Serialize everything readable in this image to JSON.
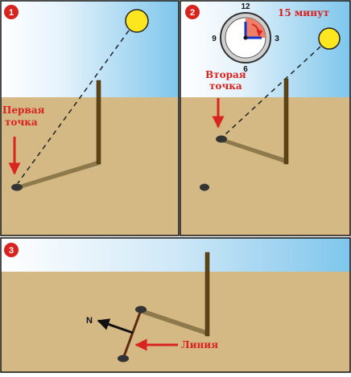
{
  "panels": [
    {
      "badge": "1",
      "label_lines": [
        "Первая",
        "точка"
      ]
    },
    {
      "badge": "2",
      "label_lines": [
        "Вторая",
        "точка"
      ],
      "clock_numbers": [
        "12",
        "3",
        "6",
        "9"
      ],
      "time_label": "15 минут"
    },
    {
      "badge": "3",
      "north_label": "N",
      "line_label": "Линия"
    }
  ],
  "colors": {
    "sky_top": "#7ec6ec",
    "ground": "#d5b984",
    "badge": "#d8231f",
    "label_red": "#d8231f",
    "sun": "#fbe61f",
    "stick": "#5e4414",
    "shadow": "#8a7549",
    "clock_wedge": "#ee7e67",
    "clock_hand": "#1133cc"
  },
  "icons": [
    "sun-icon",
    "clock-icon",
    "stone-icon",
    "arrow-icon"
  ]
}
